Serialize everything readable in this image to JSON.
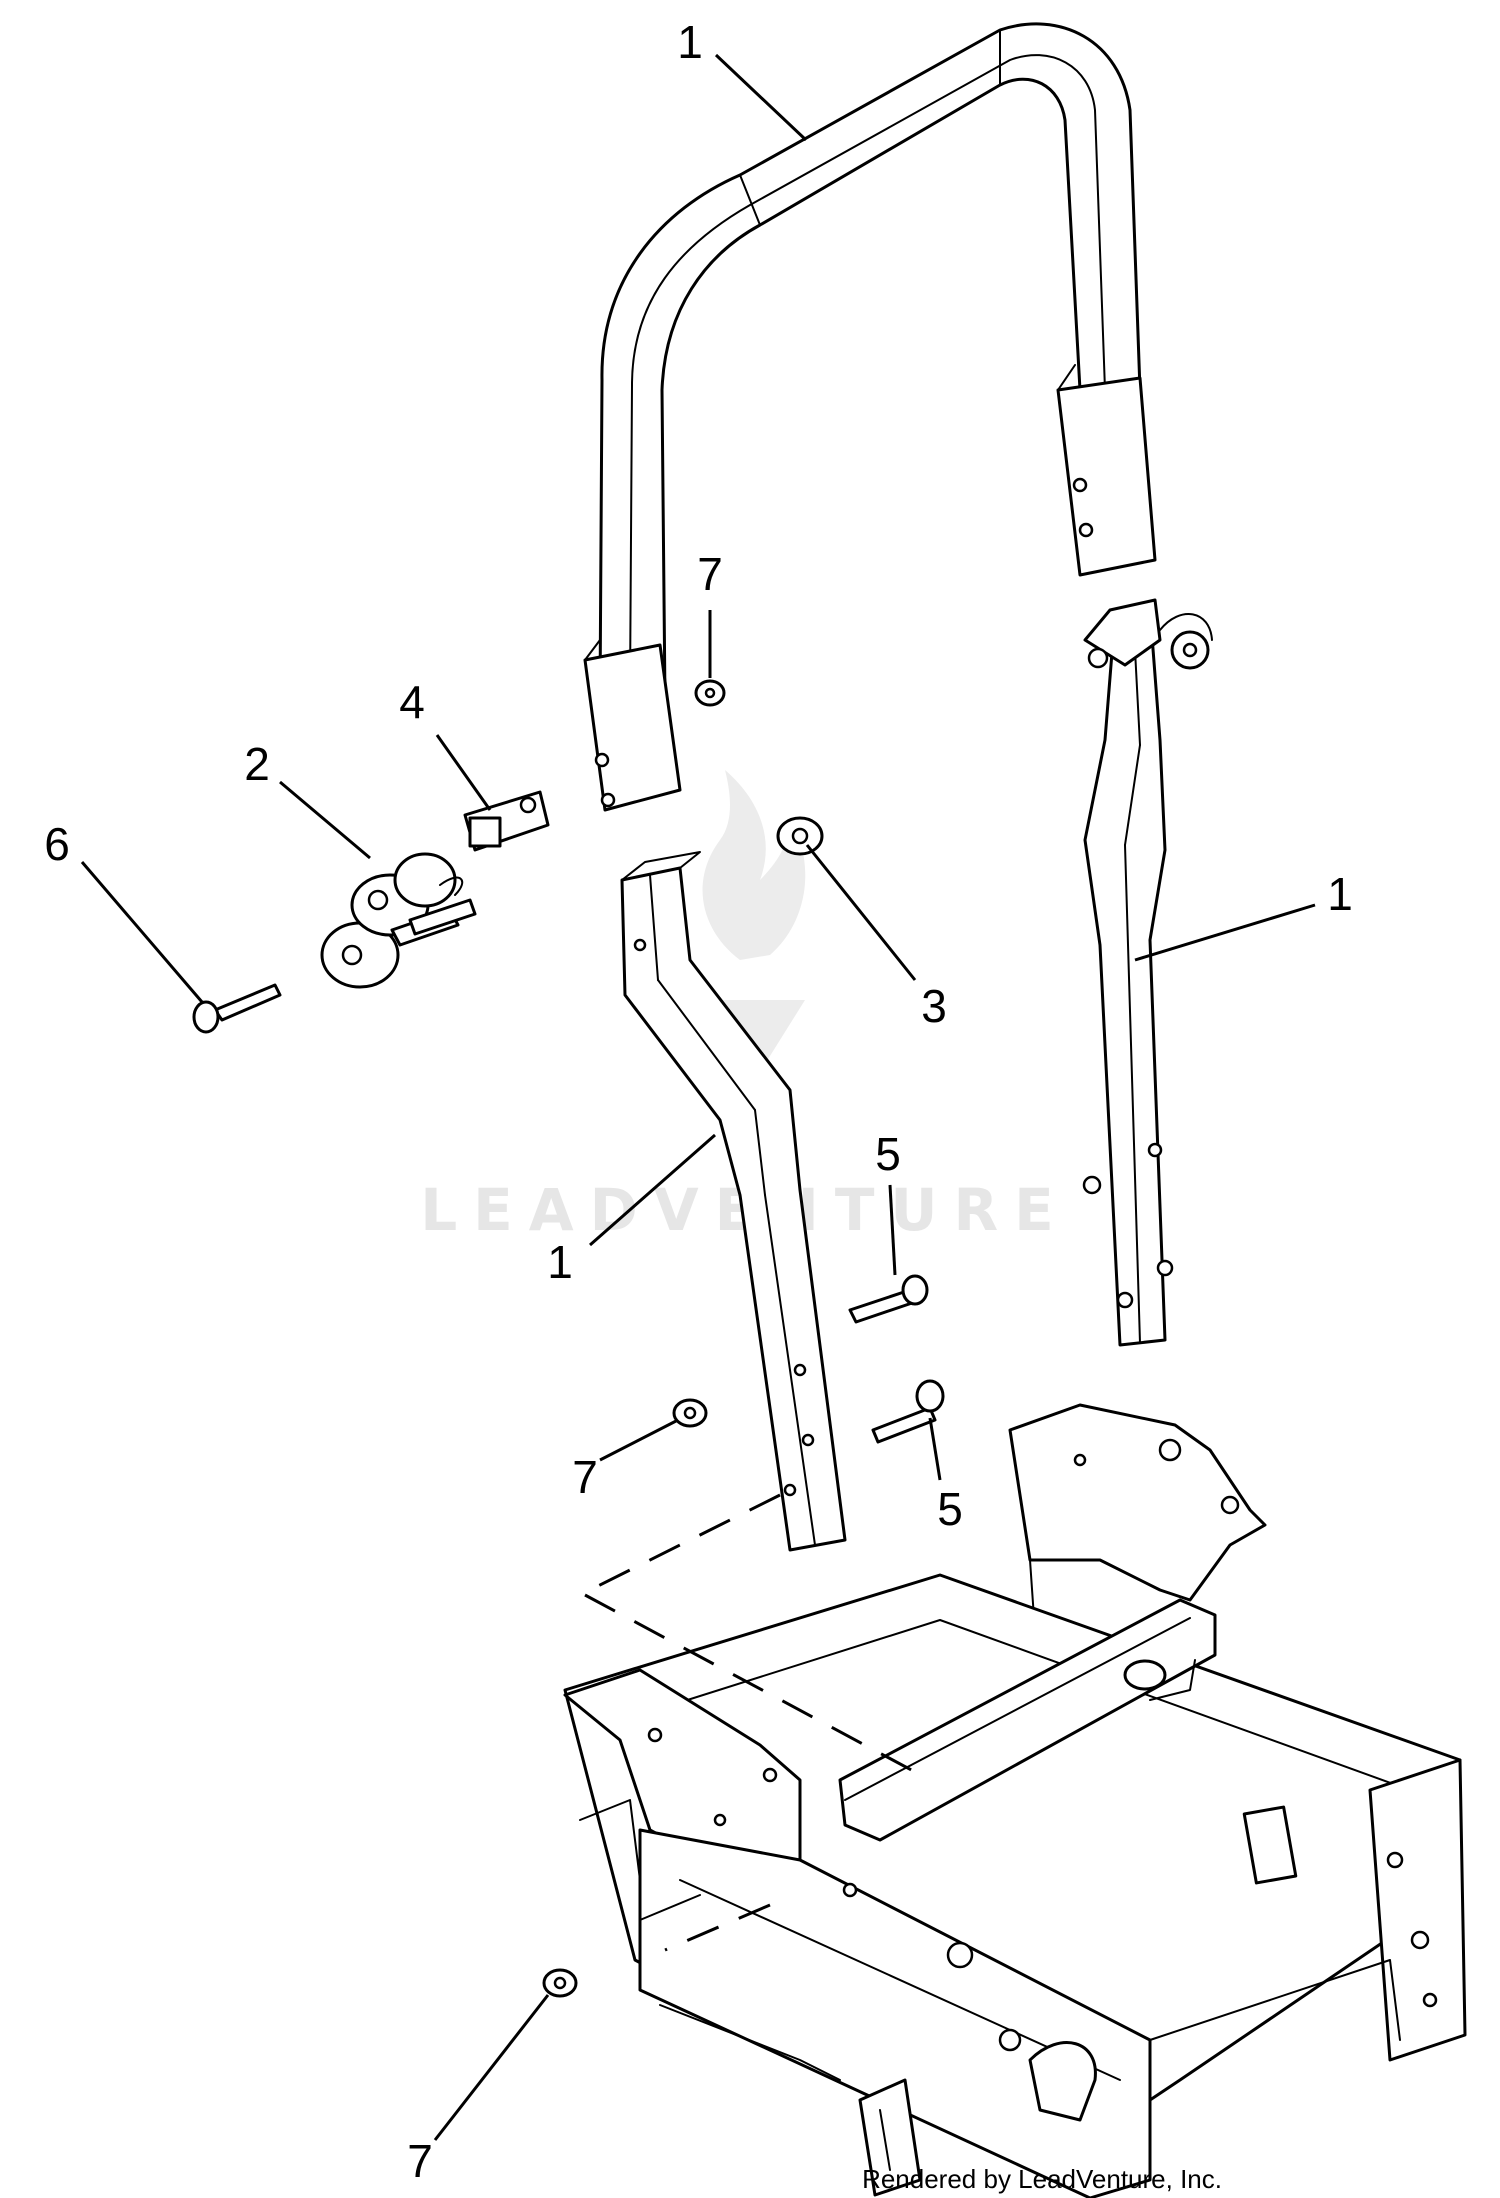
{
  "callouts": {
    "c1_top": "1",
    "c1_right": "1",
    "c1_left": "1",
    "c2": "2",
    "c3": "3",
    "c4": "4",
    "c5_upper": "5",
    "c5_lower": "5",
    "c6": "6",
    "c7_upper": "7",
    "c7_middle": "7",
    "c7_bottom": "7"
  },
  "watermark": {
    "text": "LEADVENTURE"
  },
  "credit": {
    "text": "Rendered by LeadVenture, Inc."
  }
}
